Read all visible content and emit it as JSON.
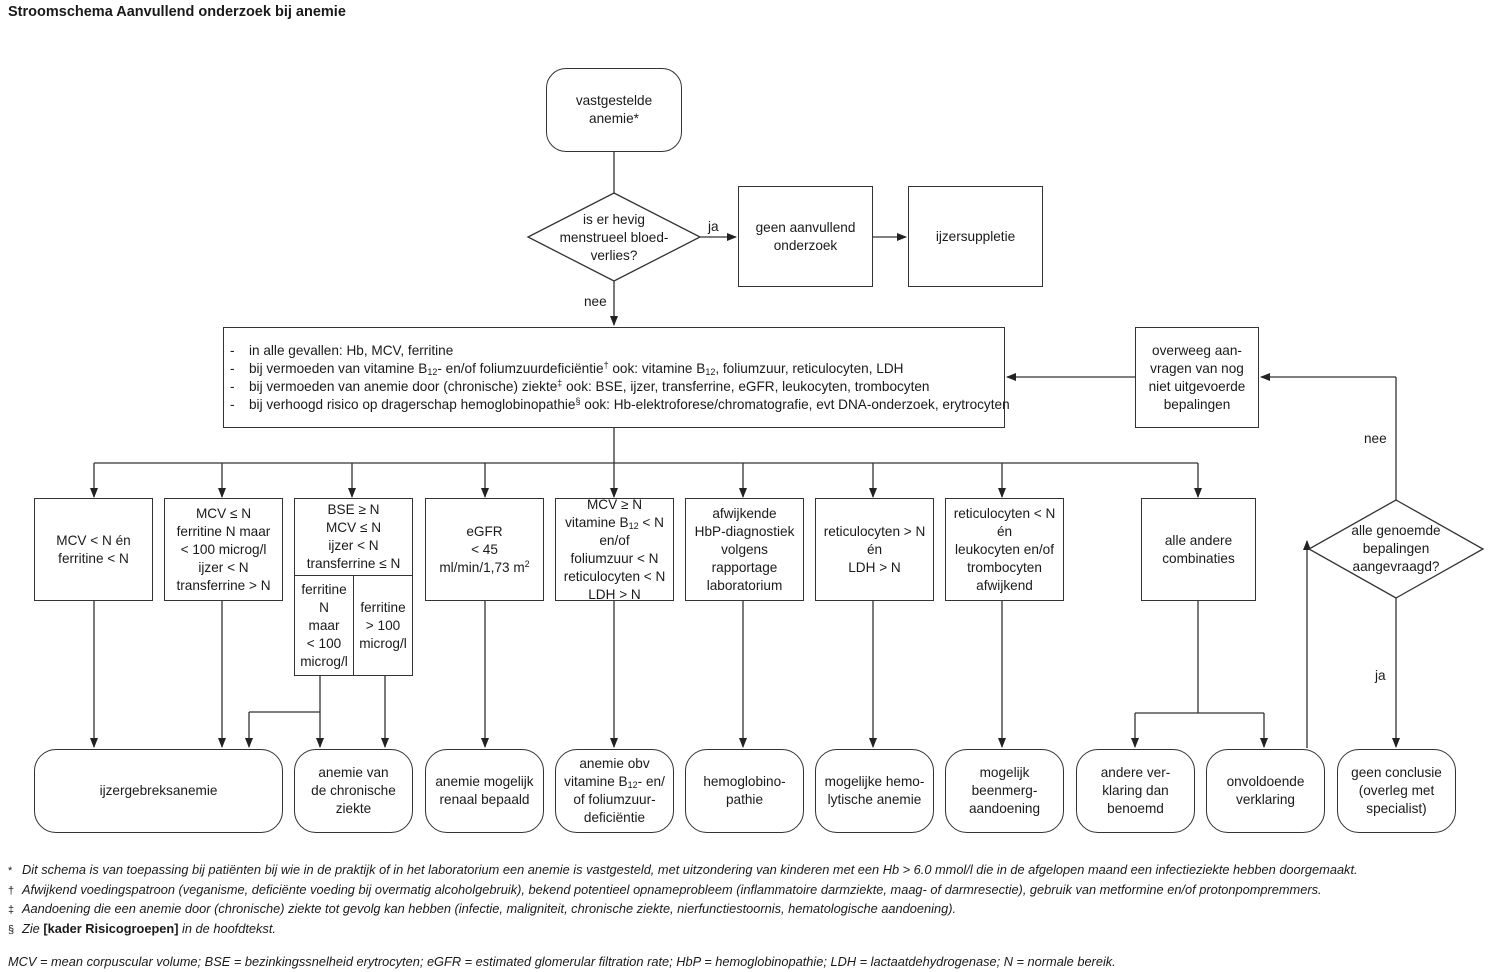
{
  "title": "Stroomschema Aanvullend onderzoek bij anemie",
  "nodes": {
    "start": "vastgestelde\nanemie*",
    "q_menstrual": "is er hevig\nmenstrueel bloed-\nverlies?",
    "no_further": "geen aanvullend\nonderzoek",
    "iron_supp": "ijzersuppletie",
    "main_lines": [
      "in alle gevallen: Hb, MCV, ferritine",
      "bij vermoeden van vitamine B",
      "12",
      "- en/of foliumzuurdeficiëntie",
      "†",
      " ook: vitamine B",
      "12",
      ", foliumzuur, reticulocyten, LDH",
      "bij vermoeden van anemie door (chronische) ziekte",
      "‡",
      " ook: BSE, ijzer, transferrine, eGFR, leukocyten, trombocyten",
      "bij verhoogd risico op dragerschap hemoglobinopathie",
      "§",
      " ook: Hb-elektroforese/chromatografie, evt DNA-onderzoek, erytrocyten"
    ],
    "consider": "overweeg aan-\nvragen van nog\nniet uitgevoerde\nbepalingen",
    "q_all": "alle genoemde\nbepalingen\naangevraagd?",
    "c1": "MCV < N én\nferritine < N",
    "c2": "MCV ≤ N\nferritine N maar\n< 100 microg/l\nijzer < N\ntransferrine > N",
    "c3_top": "BSE ≥ N\nMCV ≤ N\nijzer < N\ntransferrine ≤ N",
    "c3_left": "ferritine\nN\nmaar\n< 100\nmicrog/l",
    "c3_right": "ferritine\n> 100\nmicrog/l",
    "c4_a": "eGFR\n< 45\nml/min/1,73 m",
    "c4_sup": "2",
    "c5_a": "MCV ≥ N\nvitamine B",
    "c5_sub": "12",
    "c5_b": " < N\nen/of\nfoliumzuur < N\nreticulocyten < N\nLDH > N",
    "c6": "afwijkende\nHbP-diagnostiek\nvolgens\nrapportage\nlaboratorium",
    "c7": "reticulocyten > N\nén\nLDH > N",
    "c8": "reticulocyten < N\nén\nleukocyten en/of\ntrombocyten\nafwijkend",
    "c9": "alle andere\ncombinaties",
    "o1": "ijzergebreksanemie",
    "o2": "anemie van\nde chronische\nziekte",
    "o3": "anemie mogelijk\nrenaal bepaald",
    "o4_a": "anemie obv\nvitamine B",
    "o4_sub": "12",
    "o4_b": "- en/\nof foliumzuur-\ndeficiëntie",
    "o5": "hemoglobino-\npathie",
    "o6": "mogelijke hemo-\nlytische anemie",
    "o7": "mogelijk\nbeenmerg-\naandoening",
    "o8": "andere ver-\nklaring dan\nbenoemd",
    "o9": "onvoldoende\nverklaring",
    "o10": "geen conclusie\n(overleg met\nspecialist)"
  },
  "labels": {
    "yes": "ja",
    "no": "nee"
  },
  "footnotes": {
    "star_mark": "*",
    "star": "Dit schema is van toepassing bij patiënten bij wie in de praktijk of in het laboratorium een anemie is vastgesteld, met uitzondering van kinderen met een Hb > 6.0 mmol/l die in de afgelopen maand een infectieziekte hebben doorgemaakt.",
    "dagger_mark": "†",
    "dagger": "Afwijkend voedingspatroon (veganisme, deficiënte voeding bij overmatig alcoholgebruik), bekend potentieel opnameprobleem (inflammatoire darmziekte, maag- of darmresectie), gebruik van metformine en/of protonpompremmers.",
    "ddagger_mark": "‡",
    "ddagger": "Aandoening die een anemie door (chronische) ziekte tot gevolg kan hebben (infectie, maligniteit, chronische ziekte, nierfunctiestoornis, hematologische aandoening).",
    "section_mark": "§",
    "section_a": "Zie ",
    "section_b": "[kader Risicogroepen]",
    "section_c": " in de hoofdtekst.",
    "abbr": "MCV = mean corpuscular volume; BSE = bezinkingssnelheid erytrocyten; eGFR = estimated glomerular filtration rate; HbP = hemoglobinopathie; LDH = lactaatdehydrogenase; N = normale bereik."
  }
}
